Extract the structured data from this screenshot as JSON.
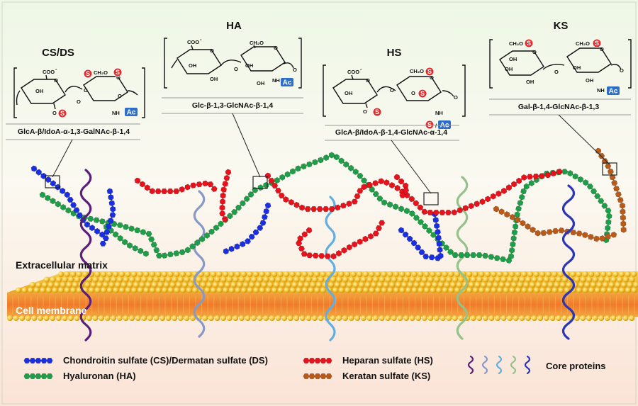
{
  "structures": {
    "cs_ds": {
      "title": "CS/DS",
      "linkage": "GlcA-β/IdoA-α-1,3-GalNAc-β-1,4"
    },
    "ha": {
      "title": "HA",
      "linkage": "Glc-β-1,3-GlcNAc-β-1,4"
    },
    "hs": {
      "title": "HS",
      "linkage": "GlcA-β/IdoA-β-1,4-GlcNAc-α-1,4"
    },
    "ks": {
      "title": "KS",
      "linkage": "Gal-β-1,4-GlcNAc-β-1,3"
    }
  },
  "atoms": {
    "coo": "COO",
    "minus": "-",
    "ch2o": "CH₂O",
    "oh": "OH",
    "o": "O",
    "nh": "NH",
    "s": "S",
    "ac": "Ac",
    "slash": "/"
  },
  "regions": {
    "ecm": "Extracellular matrix",
    "membrane": "Cell membrane"
  },
  "legend": {
    "cs_ds": "Chondroitin sulfate (CS)/Dermatan sulfate (DS)",
    "ha": "Hyaluronan (HA)",
    "hs": "Heparan sulfate (HS)",
    "ks": "Keratan sulfate (KS)",
    "core": "Core proteins"
  },
  "colors": {
    "cs_ds": "#1a2fe0",
    "ha": "#1f9e4a",
    "hs": "#e8121c",
    "ks": "#b85a1a",
    "sulfate_badge": "#e52a2a",
    "acetyl_badge": "#2d6fc8",
    "lipid_head": "#f2b92a",
    "lipid_tail": "#ef8a2a",
    "core_protein_colors": [
      "#5a1f7a",
      "#8899c8",
      "#62aee0",
      "#94c28a",
      "#2a36b5"
    ]
  },
  "icons": [
    "sulfate-badge",
    "acetyl-badge",
    "hexagon-sugar-icon",
    "core-protein-squiggle-icon"
  ]
}
